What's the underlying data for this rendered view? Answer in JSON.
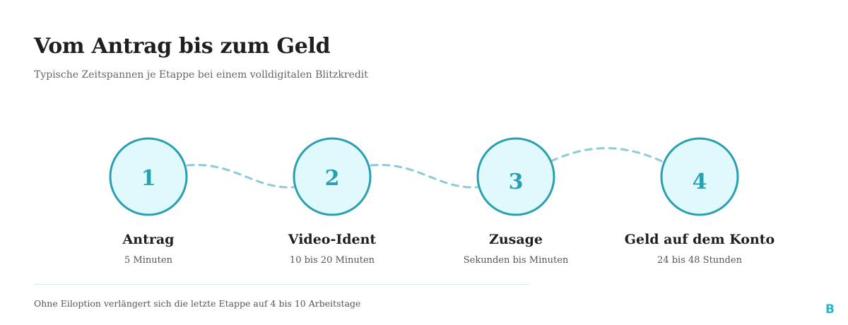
{
  "header": {
    "title": "Vom Antrag bis zum Geld",
    "subtitle": "Typische Zeitspannen je Etappe bei einem volldigitalen Blitzkredit"
  },
  "steps": [
    {
      "number": "1",
      "label": "Antrag",
      "duration": "5 Minuten"
    },
    {
      "number": "2",
      "label": "Video-Ident",
      "duration": "10 bis 20 Minuten"
    },
    {
      "number": "3",
      "label": "Zusage",
      "duration": "Sekunden bis Minuten"
    },
    {
      "number": "4",
      "label": "Geld auf dem Konto",
      "duration": "24 bis 48 Stunden"
    }
  ],
  "footnote": "Ohne Eiloption verlängert sich die letzte Etappe auf 4 bis 10 Arbeitstage",
  "brand": {
    "logo_text": "B"
  },
  "colors": {
    "accent": "#2a9fb0",
    "circle_fill": "#e0f9fc",
    "connector": "#8ecbd8"
  }
}
